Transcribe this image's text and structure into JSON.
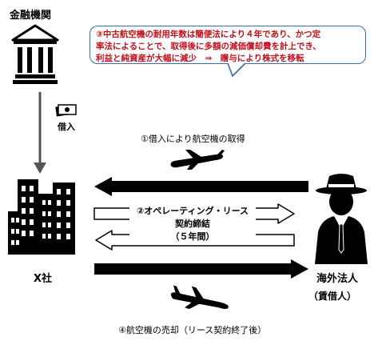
{
  "bank": {
    "label": "金融機関"
  },
  "loan": {
    "label": "借入"
  },
  "company": {
    "label": "X社"
  },
  "foreign": {
    "label": "海外法人",
    "sublabel": "（賃借人）"
  },
  "callout": {
    "line1": "③中古航空機の耐用年数は簡便法により４年であり、かつ定",
    "line2": "率法によることで、取得後に多額の減価償却費を計上でき、",
    "line3": "利益と純資産が大幅に減少　⇒　贈与により株式を移転",
    "color": "#c0101d",
    "border_color": "#2f6fb0"
  },
  "step1": {
    "label": "①借入により航空機の取得"
  },
  "step2": {
    "line1": "②オペレーティング・リース",
    "line2": "契約締結",
    "line3": "（５年間）"
  },
  "step4": {
    "label": "④航空機の売却（リース契約終了後）"
  }
}
